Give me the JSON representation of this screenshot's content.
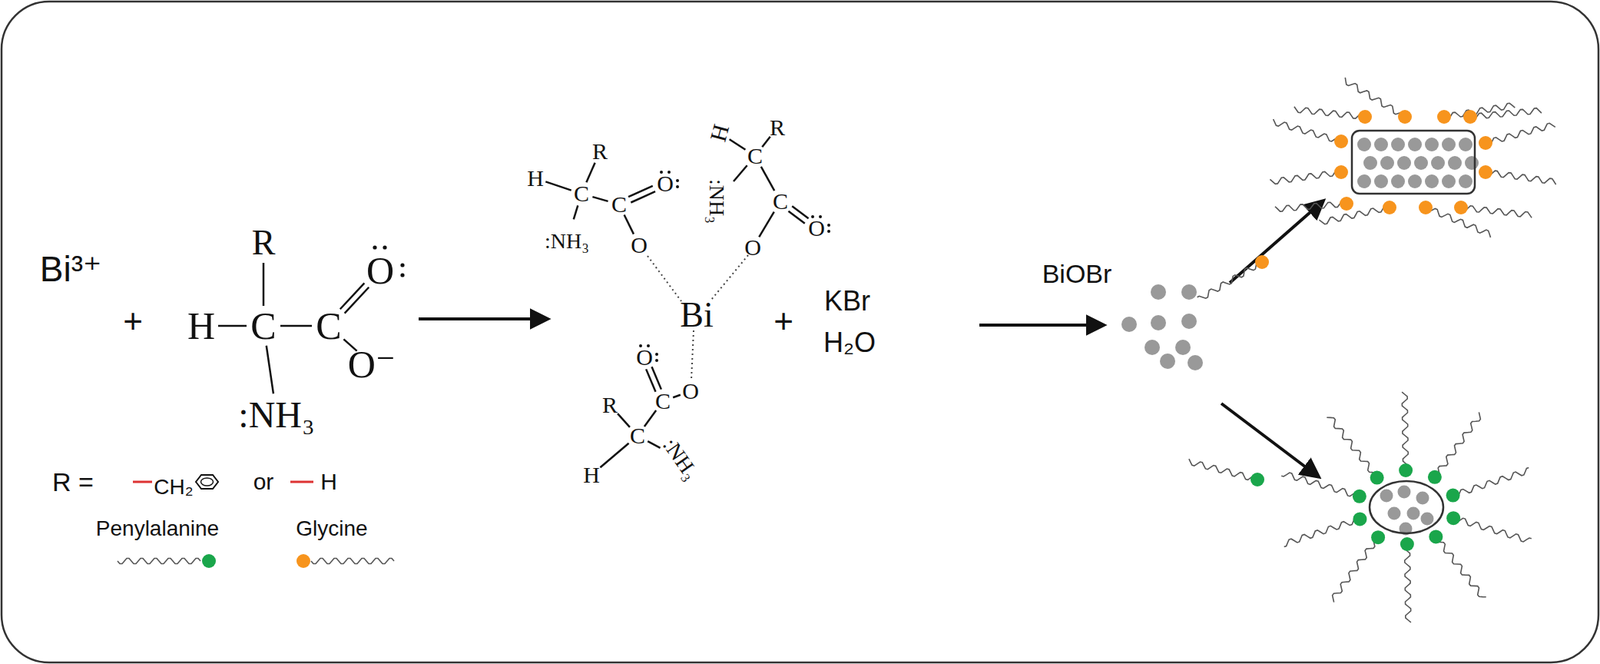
{
  "diagram": {
    "labels": [
      "Bi³⁺",
      "+",
      "R",
      "H",
      "C",
      "C",
      "O",
      "O⁻",
      ":NH₃",
      "R =",
      "CH₂",
      "or",
      "H",
      "Bi",
      "R",
      "H",
      "C",
      "C",
      "O",
      ":NH₃",
      "O",
      "H",
      "C",
      "R",
      ":NH₃",
      "C",
      "O",
      "O",
      "O",
      "C",
      "O",
      "R",
      "C",
      "H",
      ":NH₃",
      "+",
      "KBr",
      "H₂O",
      "BiOBr"
    ],
    "legend": [
      {
        "text": "Penylalanine",
        "color": "#1aa64b"
      },
      {
        "text": "Glycine",
        "color": "#f7941d"
      }
    ]
  }
}
